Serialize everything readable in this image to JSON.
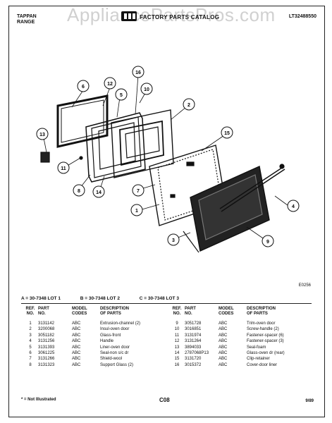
{
  "watermark": "AppliancePartsPros.com",
  "header": {
    "brand_line1": "TAPPAN",
    "brand_line2": "RANGE",
    "catalog_title": "FACTORY PARTS CATALOG",
    "model_number": "LT32488550"
  },
  "diagram": {
    "figure_code": "E0256",
    "callouts": [
      "1",
      "2",
      "3",
      "4",
      "5",
      "6",
      "7",
      "8",
      "9",
      "10",
      "11",
      "12",
      "13",
      "14",
      "15",
      "16"
    ]
  },
  "lots": {
    "a": "A = 30-7348 LOT 1",
    "b": "B = 30-7348 LOT 2",
    "c": "C = 30-7348 LOT 3"
  },
  "table_headers": {
    "ref_no": [
      "REF.",
      "NO."
    ],
    "part_no": [
      "PART",
      "NO."
    ],
    "model_codes": [
      "MODEL",
      "CODES"
    ],
    "description": [
      "DESCRIPTION",
      "OF PARTS"
    ]
  },
  "parts_left": [
    {
      "ref": "1",
      "part": "3131142",
      "code": "ABC",
      "desc": "Extrusion-channel (2)"
    },
    {
      "ref": "2",
      "part": "3200068",
      "code": "ABC",
      "desc": "Insul-oven door"
    },
    {
      "ref": "3",
      "part": "3051182",
      "code": "ABC",
      "desc": "Glass-front"
    },
    {
      "ref": "4",
      "part": "3131256",
      "code": "ABC",
      "desc": "Handle"
    },
    {
      "ref": "5",
      "part": "3131393",
      "code": "ABC",
      "desc": "Liner-oven door"
    },
    {
      "ref": "6",
      "part": "3061225",
      "code": "ABC",
      "desc": "Seal-non s/c dr"
    },
    {
      "ref": "7",
      "part": "3131266",
      "code": "ABC",
      "desc": "Shield-wool"
    },
    {
      "ref": "8",
      "part": "3131323",
      "code": "ABC",
      "desc": "Support Glass (2)"
    }
  ],
  "parts_right": [
    {
      "ref": "9",
      "part": "3051728",
      "code": "ABC",
      "desc": "Trim-oven door"
    },
    {
      "ref": "10",
      "part": "3016851",
      "code": "ABC",
      "desc": "Screw-handle (2)"
    },
    {
      "ref": "11",
      "part": "3131974",
      "code": "ABC",
      "desc": "Fastener-spacer (6)"
    },
    {
      "ref": "12",
      "part": "3131264",
      "code": "ABC",
      "desc": "Fastener-spacer (3)"
    },
    {
      "ref": "13",
      "part": "3894033",
      "code": "ABC",
      "desc": "Seal-foam"
    },
    {
      "ref": "14",
      "part": "2787068P13",
      "code": "ABC",
      "desc": "Glass-oven dr (rear)"
    },
    {
      "ref": "15",
      "part": "3131720",
      "code": "ABC",
      "desc": "Clip-retainer"
    },
    {
      "ref": "16",
      "part": "3015372",
      "code": "ABC",
      "desc": "Cover-door liner"
    }
  ],
  "footer": {
    "footnote": "* = Not Illustrated",
    "page_code": "C08",
    "date_code": "9/89"
  }
}
